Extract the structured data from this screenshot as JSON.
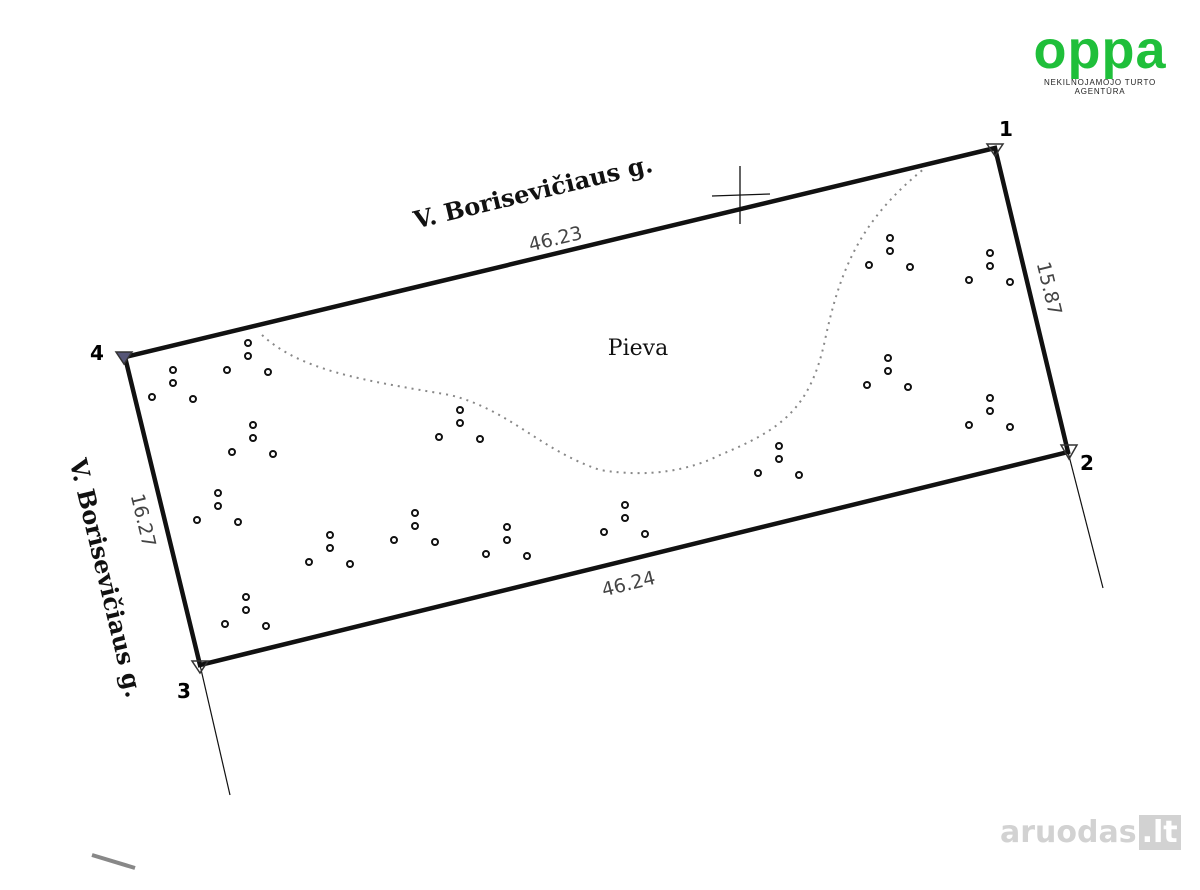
{
  "logo": {
    "name": "oppa",
    "tagline": "NEKILNOJAMOJO TURTO AGENTŪRA",
    "color": "#1fbf3a"
  },
  "watermark": {
    "text": "aruodas",
    "suffix": ".lt"
  },
  "plan": {
    "street_top": "V. Borisevičiaus g.",
    "street_left": "V. Borisevičiaus g.",
    "area_label": "Pieva",
    "corners": [
      "1",
      "2",
      "3",
      "4"
    ],
    "sides": {
      "top": "46.23",
      "right": "15.87",
      "bottom": "46.24",
      "left": "16.27"
    }
  }
}
